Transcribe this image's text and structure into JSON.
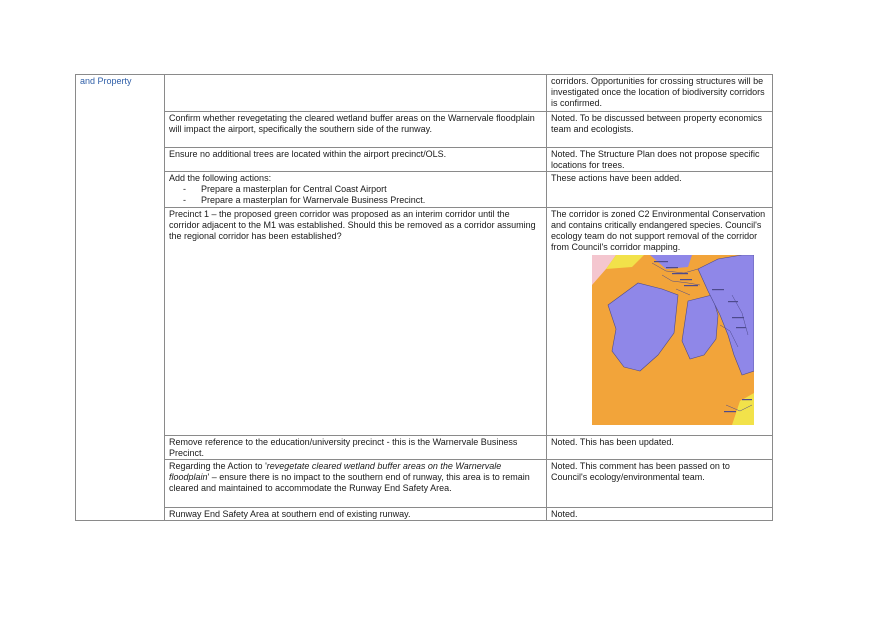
{
  "department_label": "and Property",
  "rows": [
    {
      "comment": "",
      "response": "corridors. Opportunities for crossing structures will be investigated once the location of biodiversity corridors is confirmed."
    },
    {
      "comment": "Confirm whether revegetating the cleared wetland buffer areas on the Warnervale floodplain will impact the airport, specifically the southern side of the runway.",
      "response": "Noted. To be discussed between property economics team and ecologists."
    },
    {
      "comment": "Ensure no additional trees are located within the airport precinct/OLS.",
      "response": "Noted. The Structure Plan does not propose specific locations for trees."
    },
    {
      "comment_intro": "Add the following actions:",
      "comment_items": [
        "Prepare a masterplan for Central Coast Airport",
        "Prepare a masterplan for Warnervale Business Precinct."
      ],
      "response": "These actions have been added."
    },
    {
      "comment": "Precinct 1 – the proposed green corridor was proposed as an interim corridor until the corridor adjacent to the M1 was established. Should this be removed as a corridor assuming the regional corridor has been established?",
      "response": "The corridor is zoned C2 Environmental Conservation and contains critically endangered species. Council's ecology team do not support removal of the corridor from Council's corridor mapping."
    },
    {
      "comment": "Remove reference to the education/university precinct - this is the Warnervale Business Precinct.",
      "response": "Noted. This has been updated."
    },
    {
      "comment_before": "Regarding the Action to '",
      "comment_italic": "revegetate cleared wetland buffer areas on the Warnervale floodplain",
      "comment_after": "' – ensure there is no impact to the southern end of runway, this area is to remain cleared and maintained to accommodate the Runway End Safety Area.",
      "response": "Noted. This comment has been passed on to Council's ecology/environmental team."
    },
    {
      "comment": "Runway End Safety Area at southern end of existing runway.",
      "response": "Noted."
    }
  ],
  "map": {
    "colors": {
      "orange": "#f2a43a",
      "purple": "#8f87e8",
      "yellow": "#f2e24a",
      "pink": "#f4c6cf",
      "line": "#4d4a8c"
    }
  }
}
